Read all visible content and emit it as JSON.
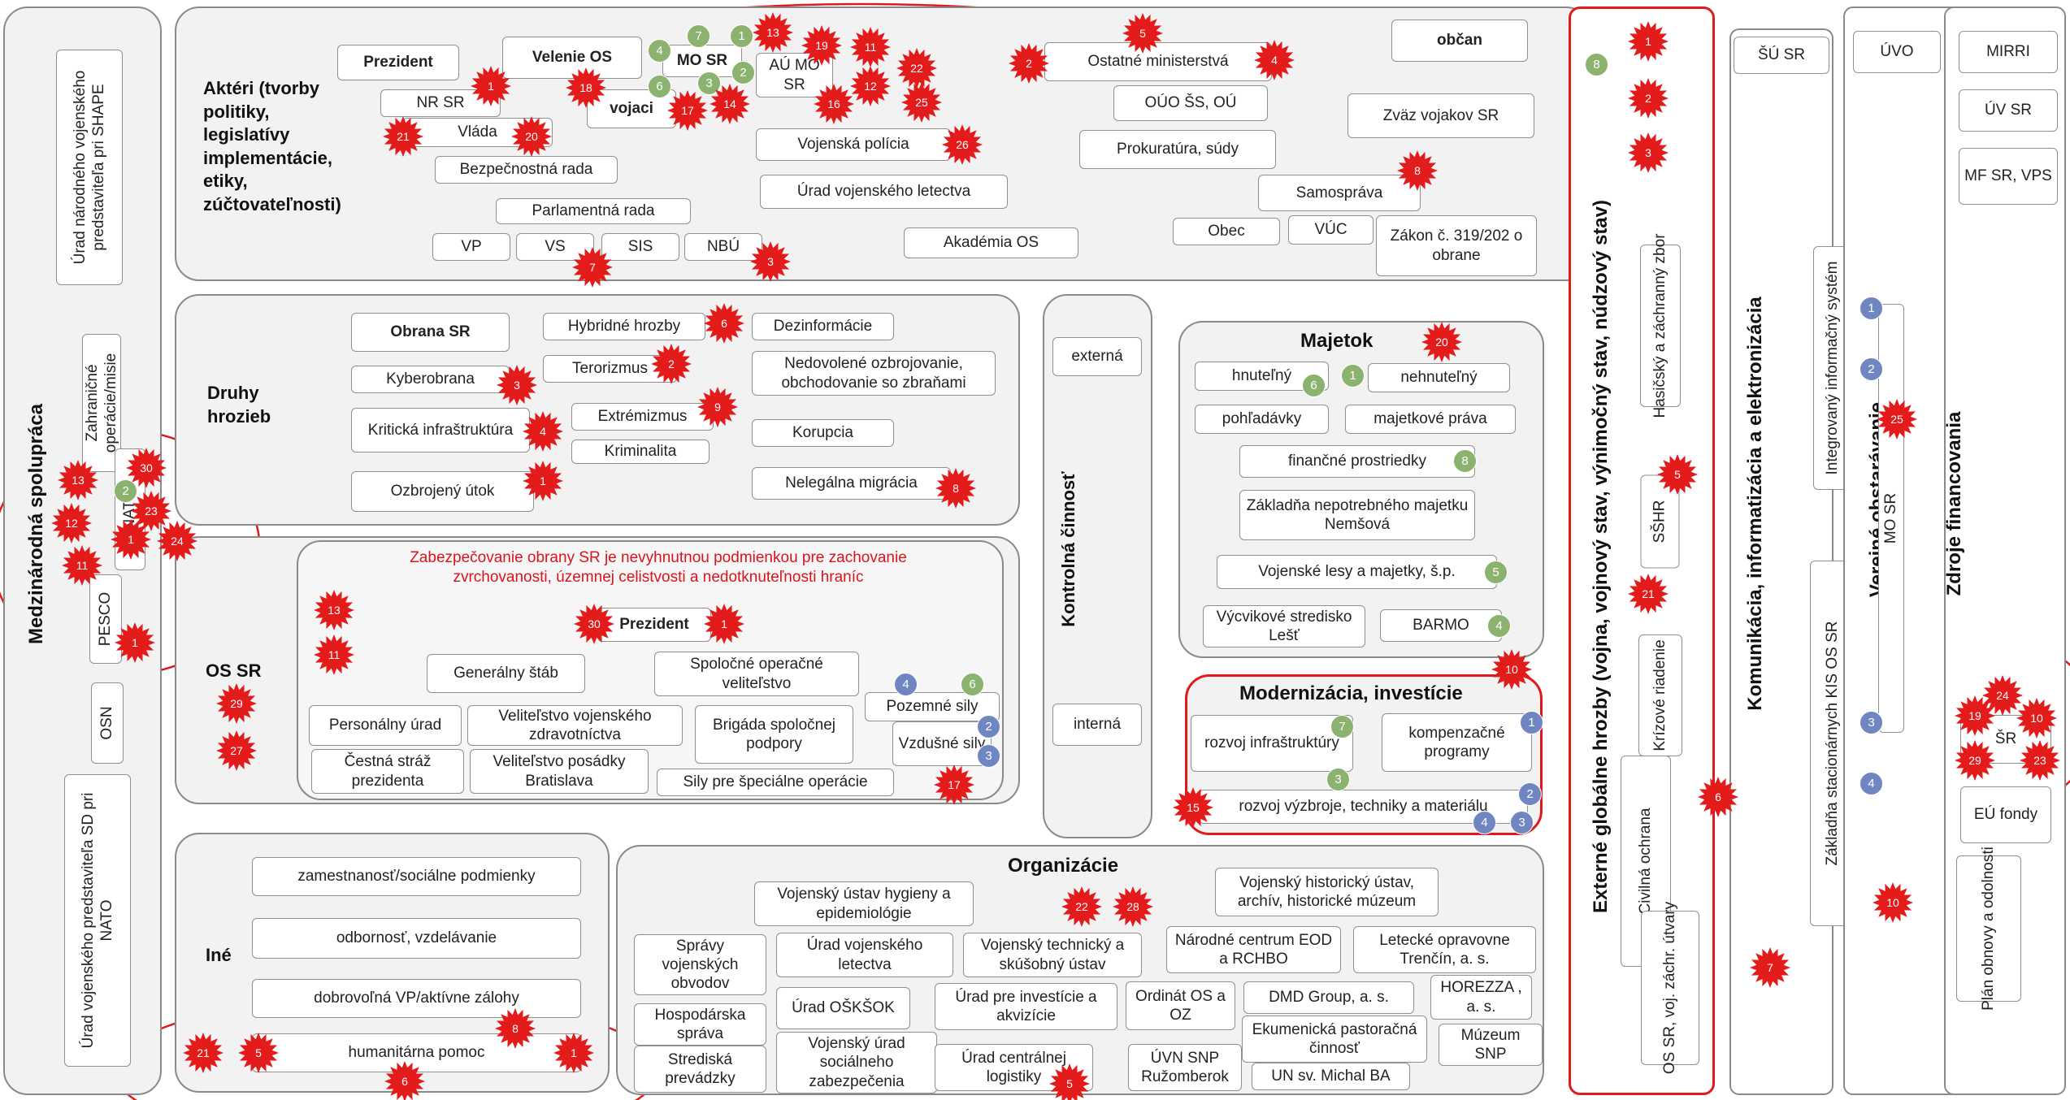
{
  "colors": {
    "star": "#e31b1b",
    "badge_green": "#8bb26e",
    "badge_blue": "#6f86c2",
    "ellipse": "#e01a1a",
    "red_text": "#d8141c"
  },
  "headers": {
    "medzinarodna": "Medzinárodná spolupráca",
    "akteri": "Aktéri (tvorby politiky, legislatívy implementácie, etiky, zúčtovateľnosti)",
    "druhy": "Druhy hrozieb",
    "ossr": "OS SR",
    "ine": "Iné",
    "kontrolna": "Kontrolná činnosť",
    "majetok": "Majetok",
    "modernizacia": "Modernizácia, investície",
    "organizacie": "Organizácie",
    "externe": "Externé globálne hrozby (vojna, vojnový stav, výnimočný stav, núdzový stav)",
    "komunikacia": "Komunikácia, informatizácia a elektronizácia",
    "verejne": "Verejné obstarávanie",
    "zdroje": "Zdroje financovania"
  },
  "ossr_statement": "Zabezpečovanie obrany SR je nevyhnutnou podmienkou pre zachovanie zvrchovanosti, územnej celistvosti a nedotknuteľnosti hraníc",
  "boxes": {
    "urad_nar_shape": "Úrad národného vojenského predstaviteľa pri SHAPE",
    "zahranicne": "Zahraničné operácie/misie",
    "nato": "NATO",
    "pesco": "PESCO",
    "osn": "OSN",
    "urad_vojensk_nato": "Úrad vojenského predstaviteľa SD pri NATO",
    "prezident_a": "Prezident",
    "velenie": "Velenie OS",
    "mosr_a": "MO SR",
    "au_mosr": "AÚ MO SR",
    "nrsr": "NR SR",
    "vojaci": "vojaci",
    "vlada": "Vláda",
    "vojenska_policia": "Vojenská polícia",
    "bezp_rada": "Bezpečnostná rada",
    "urad_vl": "Úrad vojenského letectva",
    "parl_rada": "Parlamentná rada",
    "vp": "VP",
    "vs": "VS",
    "sis": "SIS",
    "nbu": "NBÚ",
    "akademia": "Akadémia OS",
    "ostatne_min": "Ostatné ministerstvá",
    "ouo": "OÚO ŠS, OÚ",
    "prokuratura": "Prokuratúra, súdy",
    "obcan": "občan",
    "zvaz": "Zväz vojakov SR",
    "samosprava": "Samospráva",
    "obec": "Obec",
    "vuc": "VÚC",
    "zakon": "Zákon č. 319/202 o obrane",
    "obrana_sr": "Obrana SR",
    "kyberobrana": "Kyberobrana",
    "kriticka": "Kritická infraštruktúra",
    "ozbrojeny": "Ozbrojený útok",
    "hybridne": "Hybridné hrozby",
    "terorizmus": "Terorizmus",
    "extremizmus": "Extrémizmus",
    "kriminalita": "Kriminalita",
    "dezinformacie": "Dezinformácie",
    "nedovolene": "Nedovolené ozbrojovanie, obchodovanie so zbraňami",
    "korupcia": "Korupcia",
    "nelegalna": "Nelegálna migrácia",
    "prezident_b": "Prezident",
    "generalny": "Generálny štáb",
    "spolocne": "Spoločné operačné veliteľstvo",
    "personalny": "Personálny úrad",
    "velitelstvo_zdrav": "Veliteľstvo vojenského zdravotníctva",
    "brigada": "Brigáda spoločnej podpory",
    "pozemne": "Pozemné sily",
    "vzdusne": "Vzdušné sily",
    "cestna": "Čestná stráž prezidenta",
    "velitelstvo_pos": "Veliteľstvo posádky Bratislava",
    "sily_spec": "Sily pre špeciálne operácie",
    "zamestnanost": "zamestnanosť/sociálne podmienky",
    "odbornost": "odbornosť, vzdelávanie",
    "dobrovolna": "dobrovoľná VP/aktívne zálohy",
    "humanitarna": "humanitárna pomoc",
    "externa": "externá",
    "interna": "interná",
    "hnutelny": "hnuteľný",
    "nehnutelny": "nehnuteľný",
    "pohladavky": "pohľadávky",
    "majetkove": "majetkové práva",
    "financne": "finančné prostriedky",
    "zakladna": "Základňa nepotrebného majetku Nemšová",
    "lesy": "Vojenské lesy a majetky, š.p.",
    "vycvikove": "Výcvikové stredisko Lešť",
    "barmo": "BARMO",
    "rozvoj_inf": "rozvoj infraštruktúry",
    "kompenzacne": "kompenzačné programy",
    "rozvoj_vyz": "rozvoj výzbroje, techniky a materiálu",
    "vuhe": "Vojenský ústav hygieny a epidemiológie",
    "vho": "Vojenský historický ústav, archív, historické múzeum",
    "spravy": "Správy vojenských obvodov",
    "urad_vl2": "Úrad vojenského letectva",
    "vtsu": "Vojenský technický a skúšobný ústav",
    "narodne": "Národné centrum EOD a RCHBO",
    "letecke": "Letecké opravovne Trenčín, a. s.",
    "hosp": "Hospodárska správa",
    "oskok": "Úrad OŠKŠOK",
    "investicie": "Úrad pre investície a akvizície",
    "ordinat": "Ordinát OS a OZ",
    "dmd": "DMD Group, a. s.",
    "horezza": "HOREZZA , a. s.",
    "strediska": "Strediská prevádzky",
    "vusz": "Vojenský úrad sociálneho zabezpečenia",
    "ucl": "Úrad centrálnej logistiky",
    "uvn": "ÚVN SNP Ružomberok",
    "ekumenicka": "Ekumenická pastoračná činnosť",
    "muzeum": "Múzeum SNP",
    "un": "UN sv. Michal BA",
    "hasicsky": "Hasičský a záchranný zbor",
    "sshr": "SŠHR",
    "krizove": "Krízové riadenie",
    "civilna": "Civilná ochrana",
    "os_voj": "OS SR, voj. záchr. útvary",
    "su_sr": "ŠÚ SR",
    "integrovany": "Integrovaný informačný systém",
    "zakladna_kis": "Základňa stacionárnych KIS OS SR",
    "uvo": "ÚVO",
    "mo_sr_v": "MO SR",
    "mirri": "MIRRI",
    "uv_sr": "ÚV SR",
    "mf_vps": "MF SR, VPS",
    "sr": "ŠR",
    "eu": "EÚ fondy",
    "plan": "Plán obnovy a odolnosti"
  },
  "badges": [
    {
      "n": "2",
      "c": "g"
    },
    {
      "n": "4",
      "c": "g"
    },
    {
      "n": "7",
      "c": "g"
    },
    {
      "n": "1",
      "c": "g"
    },
    {
      "n": "2",
      "c": "g"
    },
    {
      "n": "6",
      "c": "g"
    },
    {
      "n": "3",
      "c": "g"
    },
    {
      "n": "8",
      "c": "g"
    },
    {
      "n": "6",
      "c": "g"
    },
    {
      "n": "1",
      "c": "g"
    },
    {
      "n": "8",
      "c": "g"
    },
    {
      "n": "5",
      "c": "g"
    },
    {
      "n": "4",
      "c": "g"
    },
    {
      "n": "7",
      "c": "g"
    },
    {
      "n": "3",
      "c": "g"
    },
    {
      "n": "1",
      "c": "b"
    },
    {
      "n": "2",
      "c": "b"
    },
    {
      "n": "4",
      "c": "b"
    },
    {
      "n": "3",
      "c": "b"
    },
    {
      "n": "4",
      "c": "b"
    },
    {
      "n": "6",
      "c": "g"
    },
    {
      "n": "2",
      "c": "b"
    },
    {
      "n": "3",
      "c": "b"
    },
    {
      "n": "1",
      "c": "b"
    },
    {
      "n": "2",
      "c": "b"
    },
    {
      "n": "3",
      "c": "b"
    },
    {
      "n": "4",
      "c": "b"
    }
  ],
  "stars": [
    "13",
    "30",
    "12",
    "23",
    "24",
    "11",
    "1",
    "1",
    "1",
    "21",
    "20",
    "18",
    "17",
    "14",
    "13",
    "19",
    "11",
    "12",
    "22",
    "16",
    "25",
    "26",
    "2",
    "5",
    "4",
    "8",
    "7",
    "3",
    "6",
    "2",
    "3",
    "4",
    "9",
    "1",
    "8",
    "13",
    "11",
    "29",
    "27",
    "30",
    "1",
    "17",
    "20",
    "10",
    "15",
    "22",
    "28",
    "21",
    "5",
    "8",
    "1",
    "6",
    "5",
    "1",
    "2",
    "3",
    "5",
    "21",
    "6",
    "7",
    "25",
    "10",
    "24",
    "19",
    "10",
    "29",
    "23"
  ]
}
